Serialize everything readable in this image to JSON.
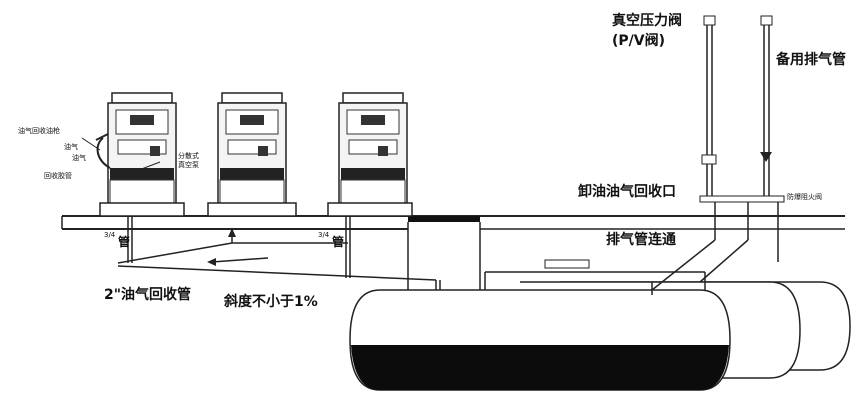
{
  "labels": {
    "vacuum_valve_line1": "真空压力阀",
    "vacuum_valve_line2": "(P/V阀)",
    "spare_vent": "备用排气管",
    "unload_recovery": "卸油油气回收口",
    "vent_connect": "排气管连通",
    "recovery_pipe": "2\"油气回收管",
    "slope": "斜度不小于1%",
    "pipe_left": "管",
    "pipe_mid": "管",
    "pipe_fraction": "3/4",
    "nozzle_label": "油气回收油枪",
    "oil_label": "油气",
    "gas_label": "油气",
    "hose_label": "回收胶管",
    "split_label": "分散式",
    "vacuum_pump": "真空泵",
    "tank_valve": "防爆阻火阀"
  }
}
